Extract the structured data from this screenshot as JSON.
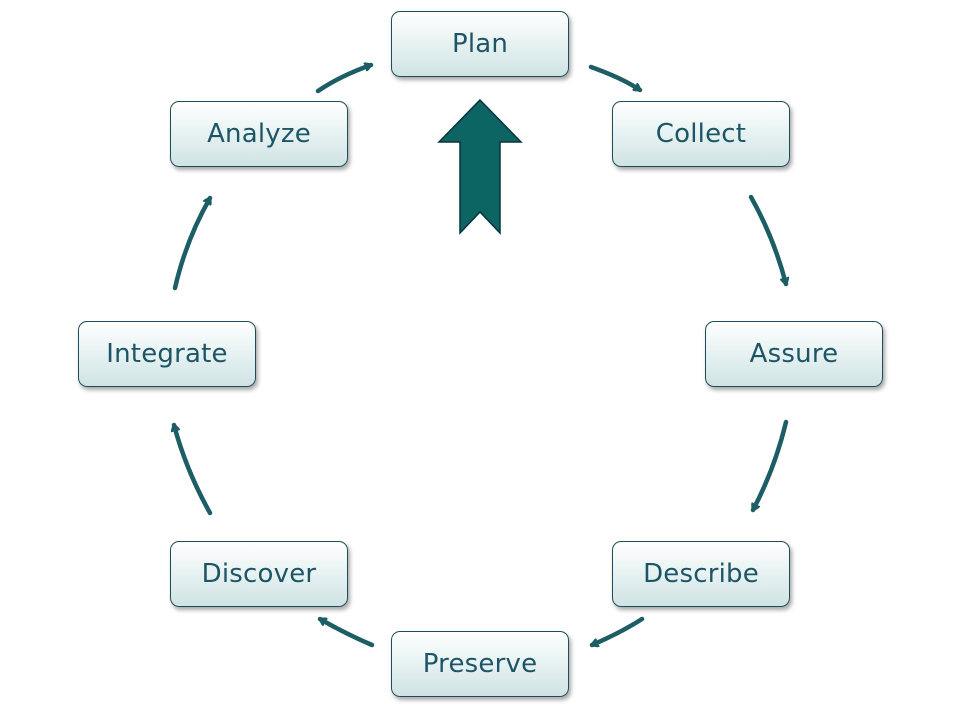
{
  "diagram": {
    "nodes": [
      "Plan",
      "Collect",
      "Assure",
      "Describe",
      "Preserve",
      "Discover",
      "Integrate",
      "Analyze"
    ],
    "flow": "clockwise",
    "colors": {
      "arrow": "#1c5d66",
      "start_arrow_fill": "#0c6463",
      "node_text": "#1e5566",
      "node_border": "#1f4d57",
      "node_fill_top": "#ffffff",
      "node_fill_bottom": "#cfe3e4"
    }
  }
}
